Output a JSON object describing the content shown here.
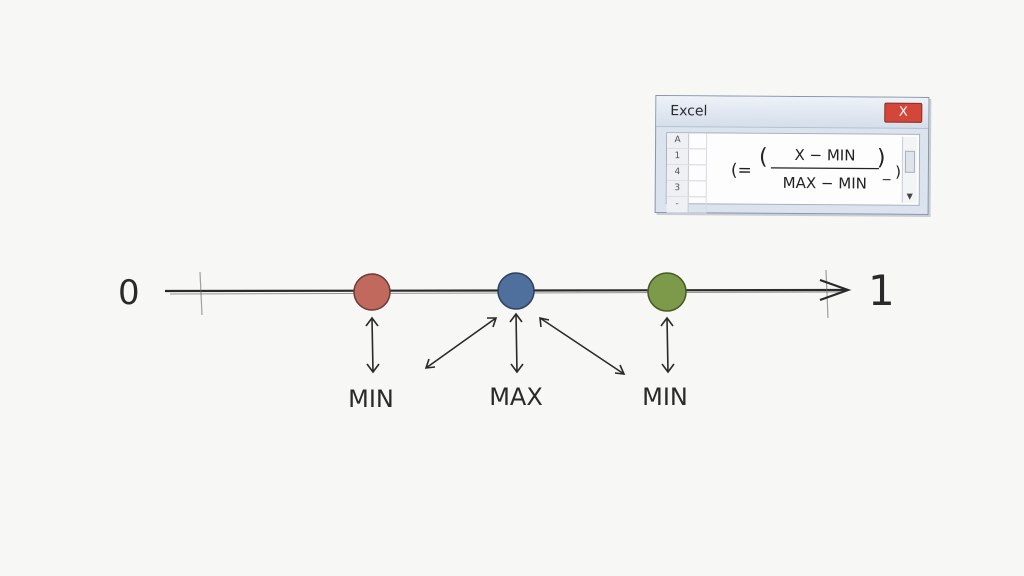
{
  "axis": {
    "left_label": "0",
    "right_label": "1"
  },
  "points": [
    {
      "label": "MIN",
      "color": "#c0695c"
    },
    {
      "label": "MAX",
      "color": "#4f6f9c"
    },
    {
      "label": "MIN",
      "color": "#7d9a4a"
    }
  ],
  "excel": {
    "title": "Excel",
    "close_glyph": "X",
    "row_headers": [
      "A",
      "1",
      "4",
      "3",
      "-"
    ],
    "formula_prefix": "(=",
    "numerator": "X − MIN",
    "denominator": "MAX − MIN",
    "formula_suffix": "_ )"
  }
}
